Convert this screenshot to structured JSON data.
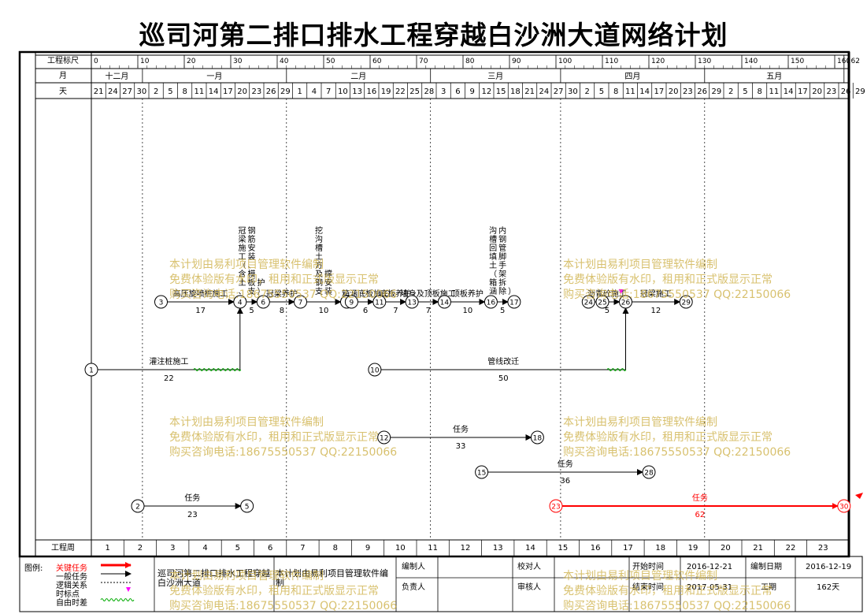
{
  "title": "巡司河第二排口排水工程穿越白沙洲大道网络计划",
  "header": {
    "scale_label": "工程标尺",
    "month_label": "月",
    "day_label": "天",
    "week_label": "工程周",
    "scale_ticks": [
      "0",
      "10",
      "20",
      "30",
      "40",
      "50",
      "60",
      "70",
      "80",
      "90",
      "100",
      "110",
      "120",
      "130",
      "140",
      "150",
      "160",
      "162"
    ],
    "months": [
      "十二月",
      "一月",
      "二月",
      "三月",
      "四月",
      "五月"
    ],
    "days": [
      "21",
      "24",
      "27",
      "30",
      "2",
      "5",
      "8",
      "11",
      "14",
      "17",
      "20",
      "23",
      "26",
      "29",
      "1",
      "4",
      "7",
      "10",
      "13",
      "16",
      "19",
      "22",
      "25",
      "28",
      "3",
      "6",
      "9",
      "12",
      "15",
      "18",
      "21",
      "24",
      "27",
      "30",
      "2",
      "5",
      "8",
      "11",
      "14",
      "17",
      "20",
      "23",
      "26",
      "29",
      "2",
      "5",
      "8",
      "11",
      "14",
      "17",
      "20",
      "23",
      "26",
      "29"
    ],
    "weeks": [
      "1",
      "2",
      "3",
      "4",
      "5",
      "6",
      "7",
      "8",
      "9",
      "10",
      "11",
      "12",
      "13",
      "14",
      "15",
      "16",
      "17",
      "18",
      "19",
      "20",
      "21",
      "22",
      "23"
    ]
  },
  "chart_data": {
    "type": "network",
    "x_unit": "day",
    "xlim": [
      0,
      162
    ],
    "nodes": [
      {
        "id": "1",
        "day": 0
      },
      {
        "id": "2",
        "day": 10
      },
      {
        "id": "3",
        "day": 15
      },
      {
        "id": "4",
        "day": 32
      },
      {
        "id": "5",
        "day": 33.5
      },
      {
        "id": "6",
        "day": 37
      },
      {
        "id": "7",
        "day": 45
      },
      {
        "id": "8",
        "day": 55
      },
      {
        "id": "9",
        "day": 56
      },
      {
        "id": "11",
        "day": 62
      },
      {
        "id": "13",
        "day": 69
      },
      {
        "id": "14",
        "day": 76
      },
      {
        "id": "16",
        "day": 86
      },
      {
        "id": "17",
        "day": 91
      },
      {
        "id": "10",
        "day": 61
      },
      {
        "id": "12",
        "day": 63
      },
      {
        "id": "18",
        "day": 96
      },
      {
        "id": "15",
        "day": 84
      },
      {
        "id": "28",
        "day": 120
      },
      {
        "id": "23",
        "day": 100
      },
      {
        "id": "30",
        "day": 162
      },
      {
        "id": "24",
        "day": 107
      },
      {
        "id": "25",
        "day": 110
      },
      {
        "id": "26",
        "day": 115
      },
      {
        "id": "29",
        "day": 128
      }
    ],
    "tasks": [
      {
        "from": "1",
        "to": "4",
        "label": "灌注桩施工",
        "duration": "22",
        "critical": false
      },
      {
        "from": "3",
        "to": "4",
        "label": "高压旋喷桩施工",
        "duration": "17",
        "critical": false
      },
      {
        "from": "4",
        "to": "6",
        "label": "冠梁施工（含土、钢筋安装、模板支护）",
        "duration": "5",
        "critical": false
      },
      {
        "from": "6",
        "to": "7",
        "label": "冠梁养护",
        "duration": "8",
        "critical": false
      },
      {
        "from": "7",
        "to": "8",
        "label": "挖沟槽土方及钢支撑安装",
        "duration": "10",
        "critical": false
      },
      {
        "from": "9",
        "to": "11",
        "label": "箱涵底板施工",
        "duration": "6",
        "critical": false
      },
      {
        "from": "11",
        "to": "13",
        "label": "底板养护",
        "duration": "7",
        "critical": false
      },
      {
        "from": "13",
        "to": "14",
        "label": "墙身及顶板施工",
        "duration": "7",
        "critical": false
      },
      {
        "from": "14",
        "to": "16",
        "label": "顶板养护",
        "duration": "10",
        "critical": false
      },
      {
        "from": "16",
        "to": "17",
        "label": "沟槽回填土（箱涵内钢管脚手架拆除）",
        "duration": "5",
        "critical": false
      },
      {
        "from": "24",
        "to": "26",
        "label": "沥青砼施工",
        "duration": "5",
        "critical": false
      },
      {
        "from": "26",
        "to": "29",
        "label": "冠梁施工",
        "duration": "12",
        "critical": false
      },
      {
        "from": "10",
        "to": "26",
        "label": "管线改迁",
        "duration": "50",
        "critical": false
      },
      {
        "from": "12",
        "to": "18",
        "label": "任务",
        "duration": "33",
        "critical": false
      },
      {
        "from": "15",
        "to": "28",
        "label": "任务",
        "duration": "36",
        "critical": false
      },
      {
        "from": "2",
        "to": "5",
        "label": "任务",
        "duration": "23",
        "critical": false
      },
      {
        "from": "23",
        "to": "30",
        "label": "任务",
        "duration": "62",
        "critical": true
      }
    ]
  },
  "legend": {
    "title": "图例:",
    "items": [
      {
        "label": "关键任务",
        "color": "#ff0000"
      },
      {
        "label": "一般任务",
        "color": "#000000"
      },
      {
        "label": "逻辑关系",
        "color": "#000000"
      },
      {
        "label": "时标点",
        "color": "#ff00ff"
      },
      {
        "label": "自由时差",
        "color": "#00aa00"
      }
    ]
  },
  "footer": {
    "project_name": "巡司河第二排口排水工程穿越白沙洲大道",
    "software_note": "本计划由易利项目管理软件编制",
    "editor_label": "编制人",
    "proofreader_label": "校对人",
    "start_label": "开始时间",
    "start_value": "2016-12-21",
    "date_label": "编制日期",
    "date_value": "2016-12-19",
    "manager_label": "负责人",
    "reviewer_label": "审核人",
    "end_label": "结束时间",
    "end_value": "2017-05-31",
    "duration_label": "工期",
    "duration_value": "162天"
  },
  "watermark": {
    "line1": "本计划由易利项目管理软件编制",
    "line2": "免费体验版有水印，租用和正式版显示正常",
    "line3": "购买咨询电话:18675550537 QQ:22150066"
  }
}
